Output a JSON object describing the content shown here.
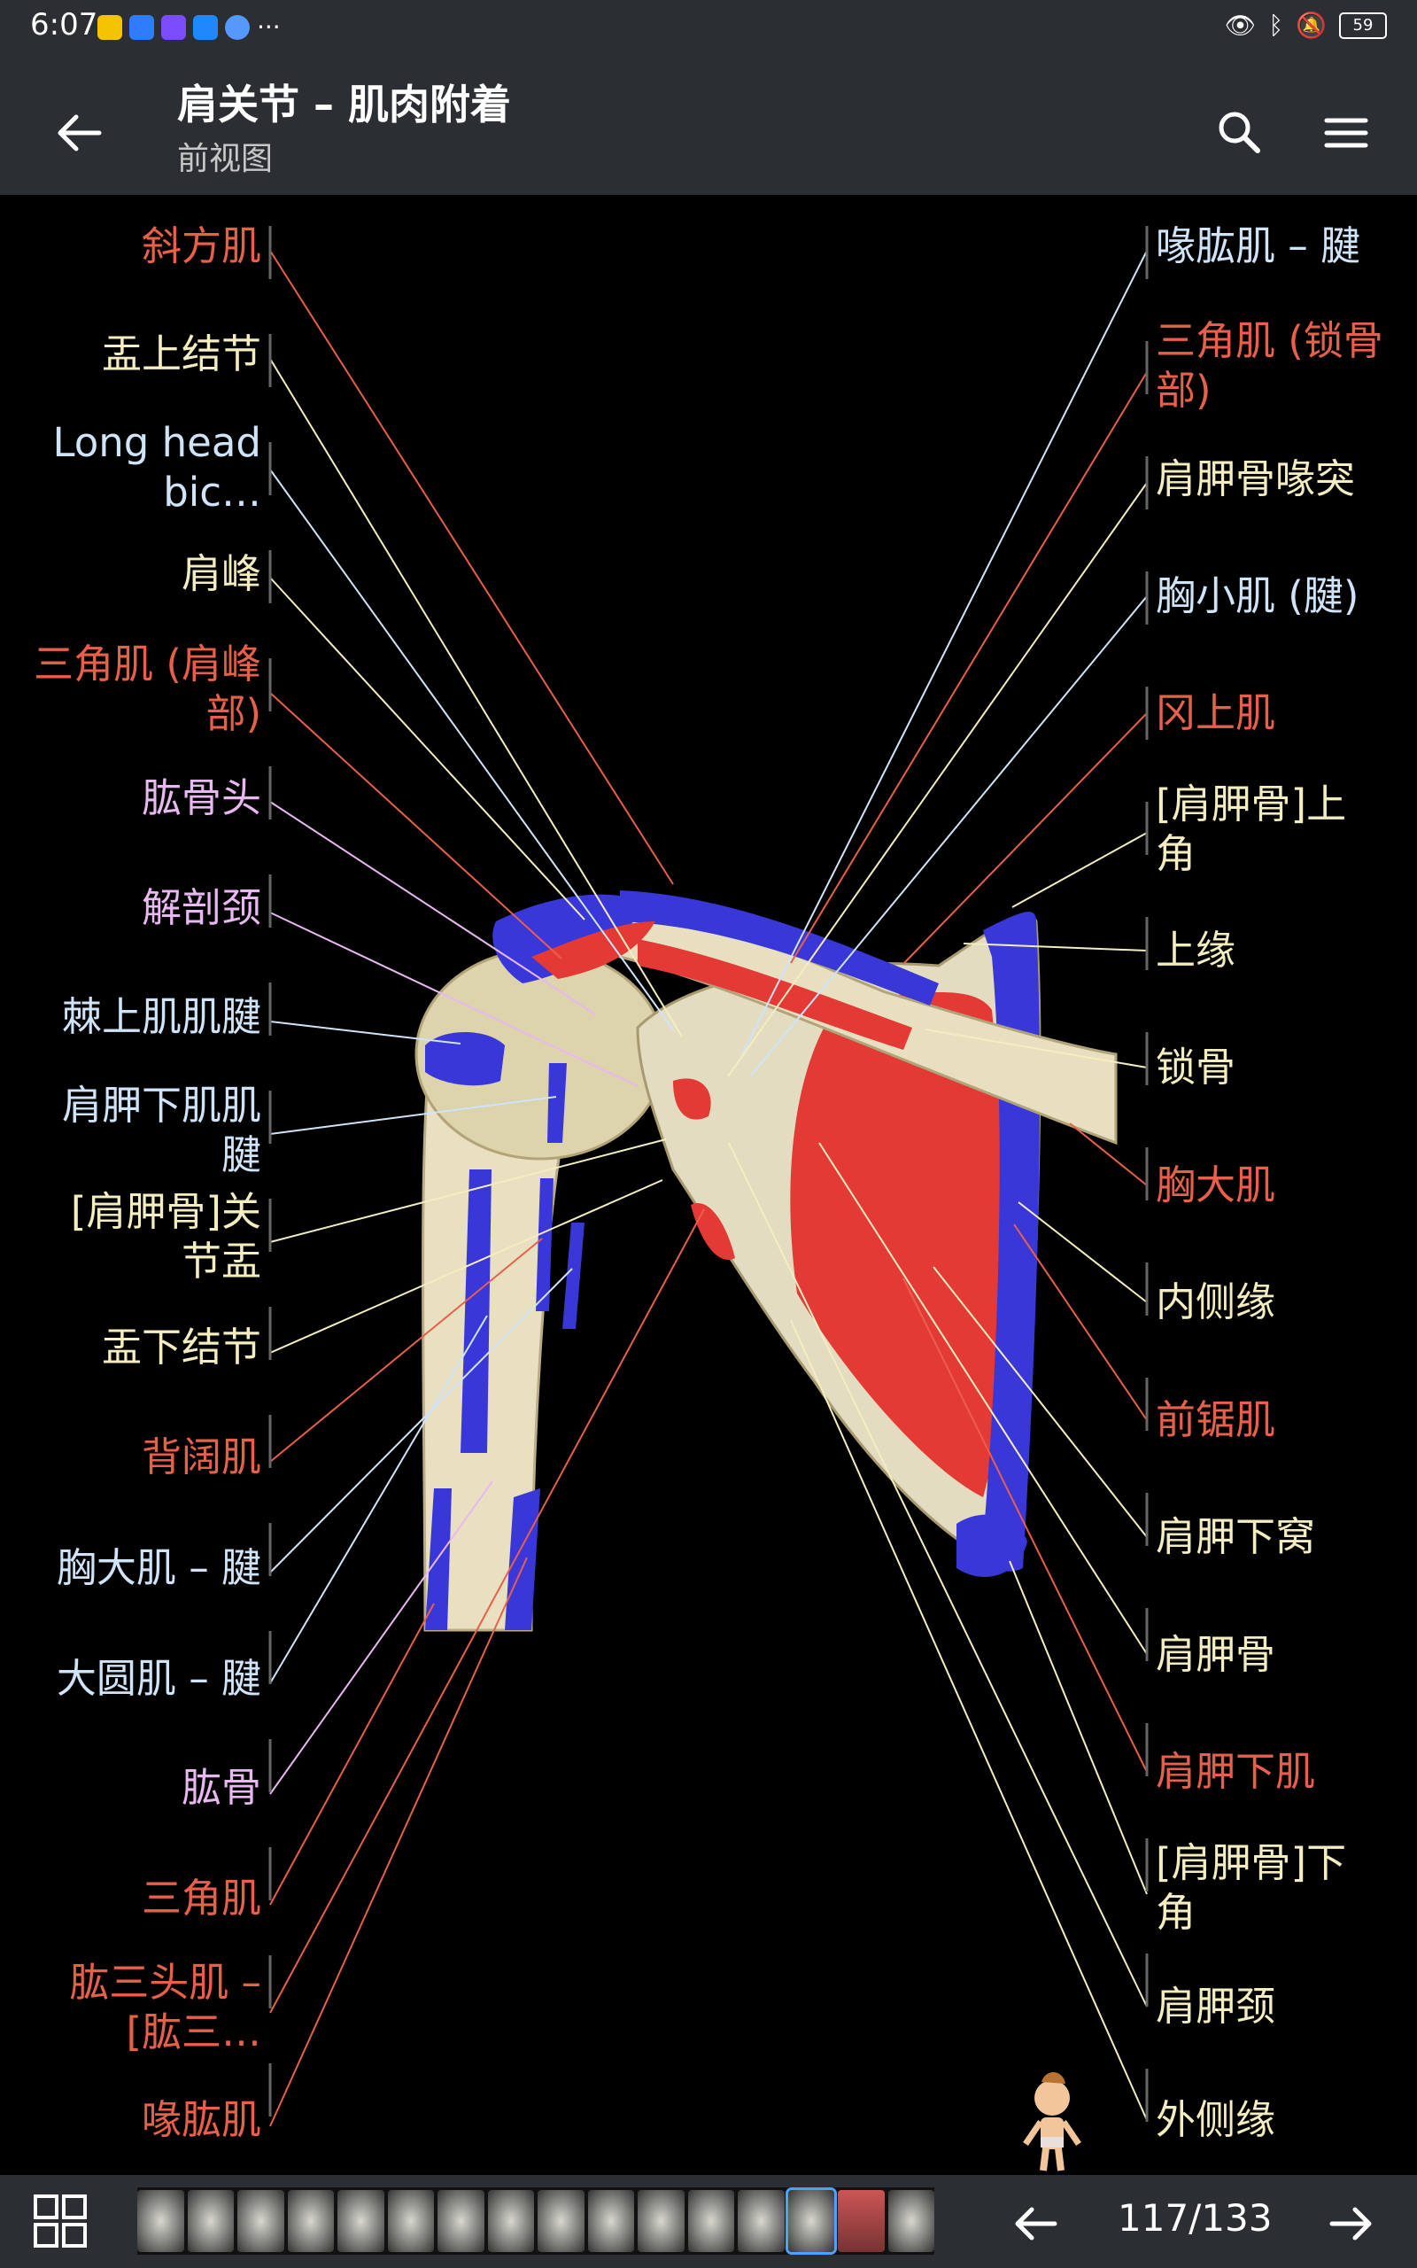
{
  "status": {
    "time": "6:07",
    "extra": "···",
    "battery": "59"
  },
  "appbar": {
    "title": "肩关节 – 肌肉附着",
    "subtitle": "前视图"
  },
  "colors": {
    "red": "#e8604a",
    "cream": "#f4edc0",
    "lilac": "#e8b8f0",
    "ice": "#cfe4f8",
    "blue": "#3a37d8"
  },
  "labels_left": [
    {
      "text": "斜方肌",
      "color": "red"
    },
    {
      "text": "盂上结节",
      "color": "cream"
    },
    {
      "text": "Long head\nbic…",
      "color": "ice"
    },
    {
      "text": "肩峰",
      "color": "cream"
    },
    {
      "text": "三角肌 (肩峰\n部)",
      "color": "red"
    },
    {
      "text": "肱骨头",
      "color": "lilac"
    },
    {
      "text": "解剖颈",
      "color": "lilac"
    },
    {
      "text": "棘上肌肌腱",
      "color": "ice"
    },
    {
      "text": "肩胛下肌肌\n腱",
      "color": "ice"
    },
    {
      "text": "[肩胛骨]关\n节盂",
      "color": "cream"
    },
    {
      "text": "盂下结节",
      "color": "cream"
    },
    {
      "text": "背阔肌",
      "color": "red"
    },
    {
      "text": "胸大肌 – 腱",
      "color": "ice"
    },
    {
      "text": "大圆肌 – 腱",
      "color": "ice"
    },
    {
      "text": "肱骨",
      "color": "lilac"
    },
    {
      "text": "三角肌",
      "color": "red"
    },
    {
      "text": "肱三头肌 –\n[肱三…",
      "color": "red"
    },
    {
      "text": "喙肱肌",
      "color": "red"
    }
  ],
  "labels_right": [
    {
      "text": "喙肱肌 – 腱",
      "color": "ice"
    },
    {
      "text": "三角肌 (锁骨\n部)",
      "color": "red"
    },
    {
      "text": "肩胛骨喙突",
      "color": "cream"
    },
    {
      "text": "胸小肌 (腱)",
      "color": "ice"
    },
    {
      "text": "冈上肌",
      "color": "red"
    },
    {
      "text": "[肩胛骨]上\n角",
      "color": "cream"
    },
    {
      "text": "上缘",
      "color": "cream"
    },
    {
      "text": "锁骨",
      "color": "cream"
    },
    {
      "text": "胸大肌",
      "color": "red"
    },
    {
      "text": "内侧缘",
      "color": "cream"
    },
    {
      "text": "前锯肌",
      "color": "red"
    },
    {
      "text": "肩胛下窝",
      "color": "cream"
    },
    {
      "text": "肩胛骨",
      "color": "cream"
    },
    {
      "text": "肩胛下肌",
      "color": "red"
    },
    {
      "text": "[肩胛骨]下\n角",
      "color": "cream"
    },
    {
      "text": "肩胛颈",
      "color": "cream"
    },
    {
      "text": "外侧缘",
      "color": "cream"
    }
  ],
  "pager": {
    "label": "117/133"
  }
}
